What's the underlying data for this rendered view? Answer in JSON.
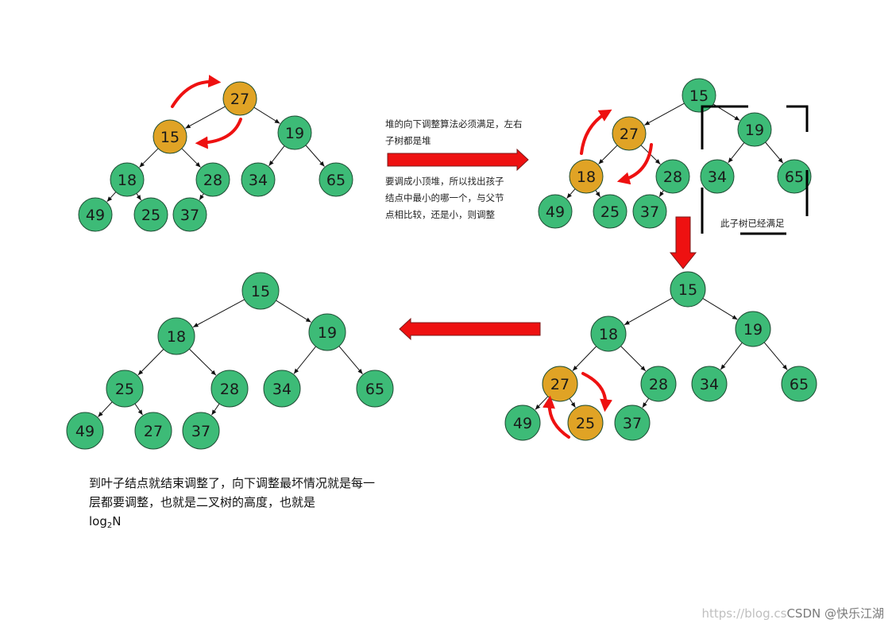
{
  "colors": {
    "green": "#3dbb77",
    "orange": "#e0a325",
    "red_arrow": "#ee1111",
    "edge": "#111111",
    "border": "#1f4d34"
  },
  "stage1": {
    "nodes": [
      "27",
      "15",
      "19",
      "18",
      "28",
      "34",
      "65",
      "49",
      "25",
      "37"
    ],
    "highlighted": [
      "27",
      "15"
    ]
  },
  "stage2": {
    "nodes": [
      "15",
      "27",
      "19",
      "18",
      "28",
      "34",
      "65",
      "49",
      "25",
      "37"
    ],
    "highlighted": [
      "27",
      "18"
    ],
    "satisfied_box_label": "此子树已经满足"
  },
  "stage3": {
    "nodes": [
      "15",
      "18",
      "19",
      "27",
      "28",
      "34",
      "65",
      "49",
      "25",
      "37"
    ],
    "highlighted": [
      "27",
      "25"
    ]
  },
  "stage4": {
    "nodes": [
      "15",
      "18",
      "19",
      "25",
      "28",
      "34",
      "65",
      "49",
      "27",
      "37"
    ],
    "highlighted": []
  },
  "notes": {
    "heap_rule": "堆的向下调整算法必须满足，左右子树都是堆",
    "small_heap": "要调成小顶堆，所以找出孩子结点中最小的哪一个，与父节点相比较，还是小，则调整",
    "conclusion_text": "到叶子结点就结束调整了，向下调整最坏情况就是每一层都要调整，也就是二叉树的高度，也就是",
    "log_base": "log",
    "log_sub": "2",
    "log_arg": "N"
  },
  "watermark": {
    "url": "https://blog.cs",
    "brand": "CSDN @快乐江湖"
  }
}
